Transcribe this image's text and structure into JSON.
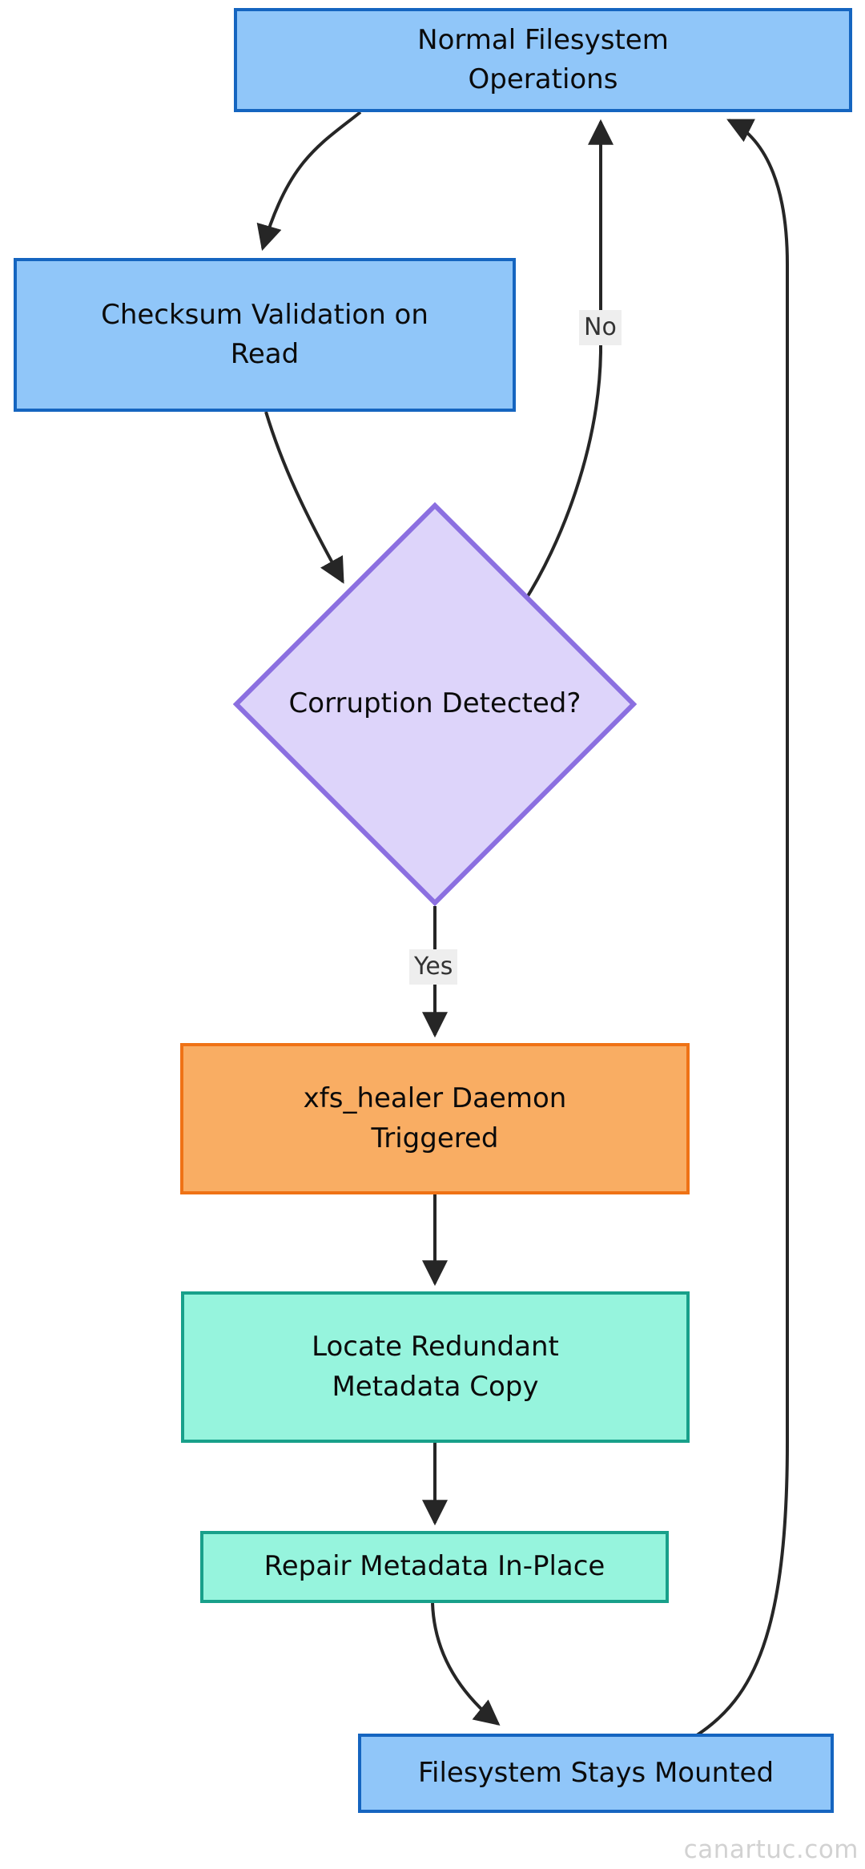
{
  "diagram": {
    "type": "flowchart",
    "direction": "top-to-bottom",
    "watermark": "canartuc.com",
    "colors": {
      "blue_fill": "#90c6f9",
      "blue_stroke": "#1565c0",
      "purple_fill": "#ddd4fa",
      "purple_stroke": "#8b6fe0",
      "orange_fill": "#f9ad63",
      "orange_stroke": "#ef7215",
      "teal_fill": "#96f4dd",
      "teal_stroke": "#18a08a",
      "edge_stroke": "#262626",
      "edge_label_bg": "#eeeeee",
      "text": "#0b0b0b"
    },
    "nodes": [
      {
        "id": "normal-ops",
        "label": "Normal Filesystem\nOperations",
        "shape": "rectangle",
        "fill": "#90c6f9",
        "stroke": "#1565c0"
      },
      {
        "id": "checksum",
        "label": "Checksum Validation on\nRead",
        "shape": "rectangle",
        "fill": "#90c6f9",
        "stroke": "#1565c0"
      },
      {
        "id": "decision",
        "label": "Corruption Detected?",
        "shape": "diamond",
        "fill": "#ddd4fa",
        "stroke": "#8b6fe0"
      },
      {
        "id": "daemon",
        "label": "xfs_healer Daemon\nTriggered",
        "shape": "rectangle",
        "fill": "#f9ad63",
        "stroke": "#ef7215"
      },
      {
        "id": "locate",
        "label": "Locate Redundant\nMetadata Copy",
        "shape": "rectangle",
        "fill": "#96f4dd",
        "stroke": "#18a08a"
      },
      {
        "id": "repair",
        "label": "Repair Metadata In-Place",
        "shape": "rectangle",
        "fill": "#96f4dd",
        "stroke": "#18a08a"
      },
      {
        "id": "mounted",
        "label": "Filesystem Stays Mounted",
        "shape": "rectangle",
        "fill": "#90c6f9",
        "stroke": "#1565c0"
      }
    ],
    "edges": [
      {
        "from": "normal-ops",
        "to": "checksum",
        "label": ""
      },
      {
        "from": "checksum",
        "to": "decision",
        "label": ""
      },
      {
        "from": "decision",
        "to": "normal-ops",
        "label": "No"
      },
      {
        "from": "decision",
        "to": "daemon",
        "label": "Yes"
      },
      {
        "from": "daemon",
        "to": "locate",
        "label": ""
      },
      {
        "from": "locate",
        "to": "repair",
        "label": ""
      },
      {
        "from": "repair",
        "to": "mounted",
        "label": ""
      },
      {
        "from": "mounted",
        "to": "normal-ops",
        "label": ""
      }
    ],
    "edge_labels": {
      "no": "No",
      "yes": "Yes"
    }
  }
}
